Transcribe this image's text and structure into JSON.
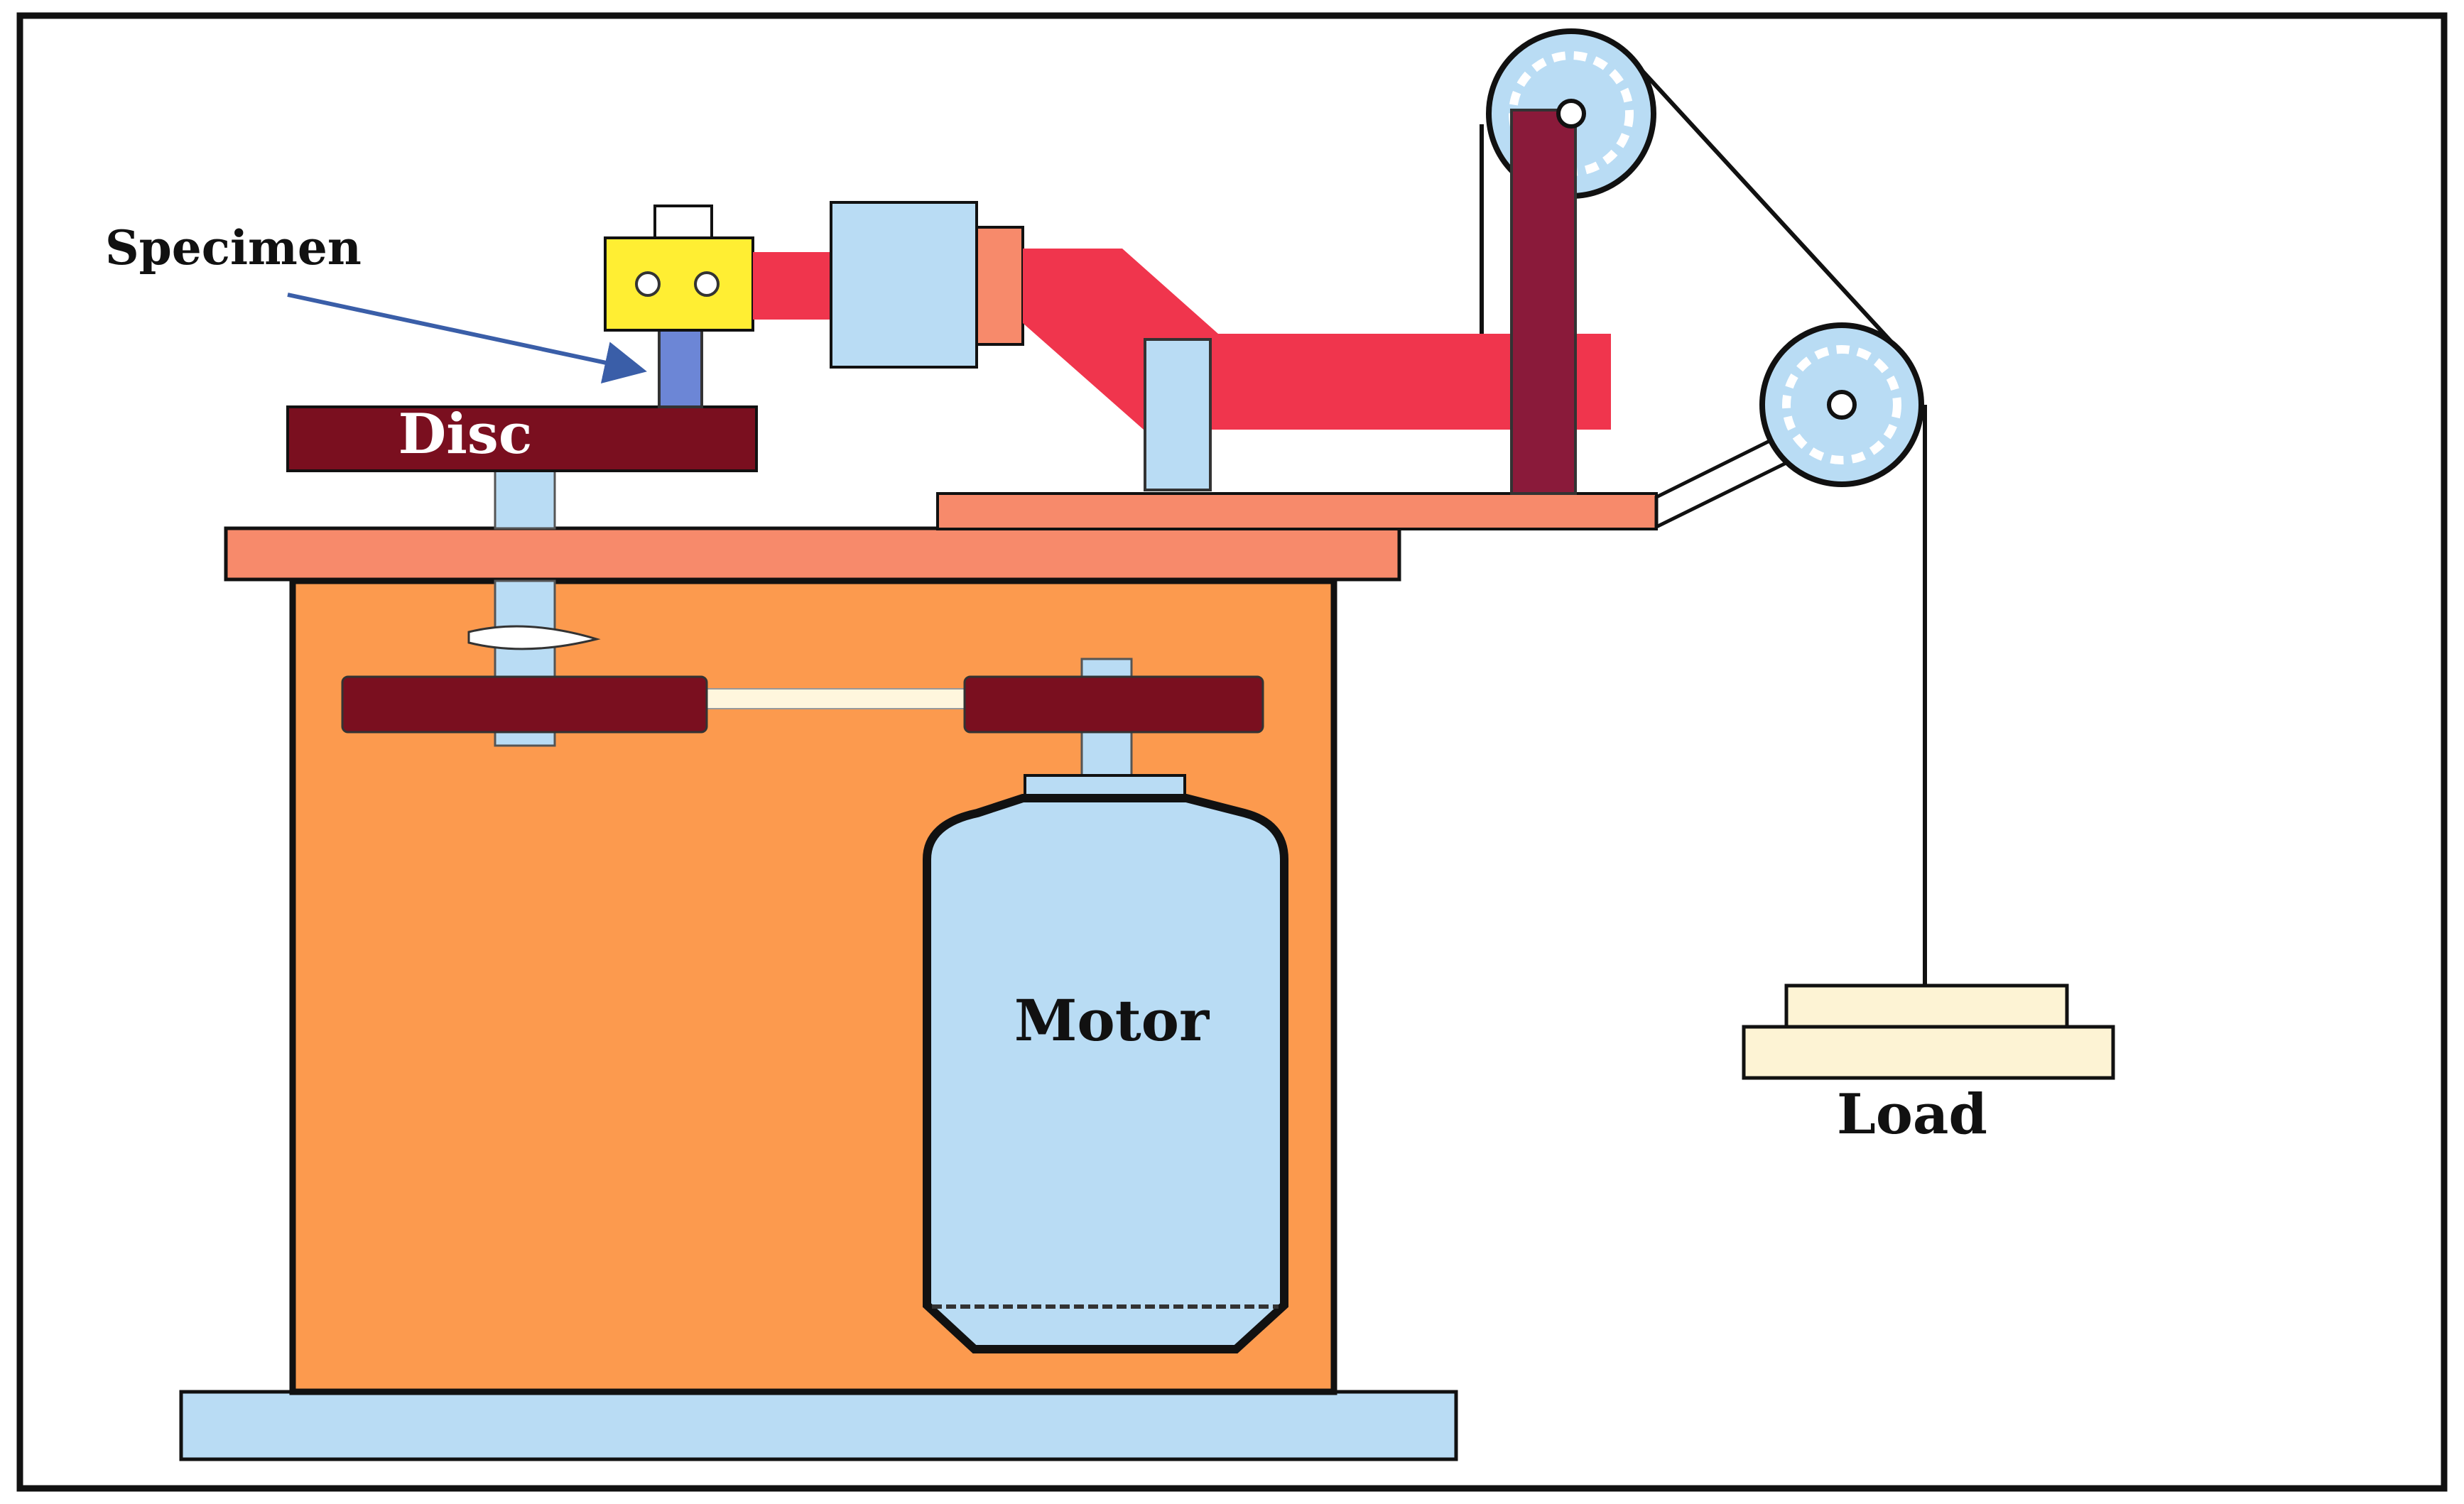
{
  "labels": {
    "specimen": "Specimen",
    "disc": "Disc",
    "motor": "Motor",
    "load": "Load"
  },
  "colors": {
    "frame_border": "#111111",
    "cabinet": "#fc9a4e",
    "table_top": "#f78a6b",
    "base": "#b9dcf4",
    "disc": "#7a0f1f",
    "arm": "#f0354d",
    "specimen_holder": "#ffee33",
    "specimen": "#6c86d6",
    "motor": "#b9dcf4",
    "load": "#fdf3d4",
    "pointer_arrow": "#3a5ea8",
    "label_light": "#ffffff",
    "label_dark": "#111111"
  }
}
